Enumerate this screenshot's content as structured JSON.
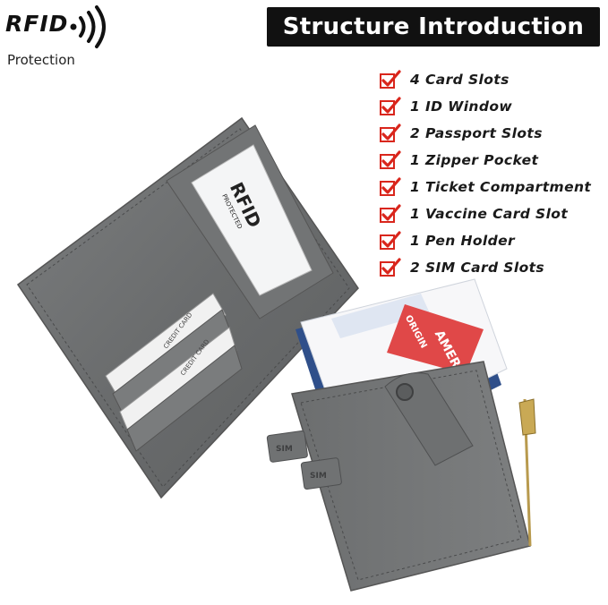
{
  "badge": {
    "label": "RFID",
    "subtitle": "Protection"
  },
  "banner": {
    "title": "Structure Introduction"
  },
  "features": [
    "4 Card Slots",
    "1 ID Window",
    "2 Passport Slots",
    "1 Zipper Pocket",
    "1 Ticket Compartment",
    "1 Vaccine Card Slot",
    "1 Pen Holder",
    "2 SIM Card Slots"
  ],
  "photo": {
    "id_window_text": "RFID",
    "id_window_subtext": "PROTECTED",
    "card_label": "CREDIT CARD",
    "sim_label": "SIM",
    "ticket_brand": "AMER",
    "ticket_word": "ORIGIN"
  },
  "colors": {
    "check_red": "#d9261c",
    "leather_gray": "#6d6f70",
    "banner_black": "#111111"
  }
}
